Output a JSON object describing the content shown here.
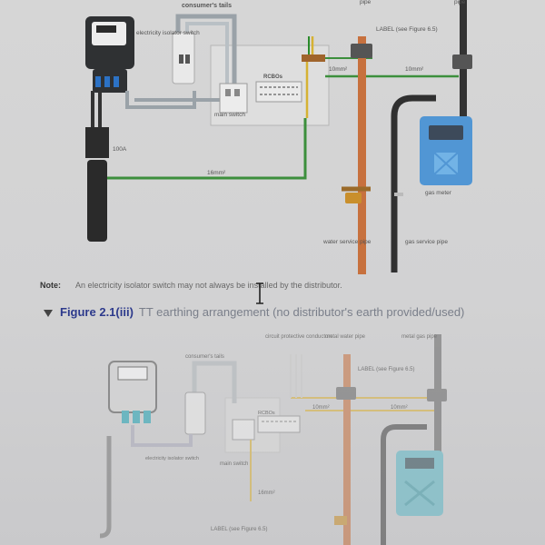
{
  "diagram1": {
    "labels": {
      "consumer_tails": "consumer's tails",
      "pipe_1": "pipe",
      "pipe_2": "pipe",
      "label_see_figure": "LABEL (see Figure 6.5)",
      "electricity_isolator_switch": "electricity isolator switch",
      "rcbos": "RCBOs",
      "ten_mm_1": "10mm²",
      "ten_mm_2": "10mm²",
      "main_switch": "main switch",
      "fuse_100a": "100A",
      "sixteen_mm": "16mm²",
      "gas_meter": "gas meter",
      "water_service_pipe": "water service pipe",
      "gas_service_pipe": "gas service pipe"
    }
  },
  "note": {
    "key": "Note:",
    "text": "An electricity isolator switch may not always be installed by the distributor."
  },
  "figure": {
    "number": "Figure 2.1(iii)",
    "title": "TT earthing arrangement (no distributor's earth provided/used)"
  },
  "diagram2": {
    "labels": {
      "circuit_protective_conductors": "circuit protective conductors",
      "metal_water_pipe": "metal water pipe",
      "metal_gas_pipe": "metal gas pipe",
      "consumer_tails": "consumer's tails",
      "label_see_figure": "LABEL (see Figure 6.5)",
      "rcbos": "RCBOs",
      "ten_mm_1": "10mm²",
      "ten_mm_2": "10mm²",
      "electricity_isolator_switch": "electricity isolator switch",
      "main_switch": "main switch",
      "sixteen_mm": "16mm²",
      "label_bottom": "LABEL (see Figure 6.5)"
    }
  }
}
